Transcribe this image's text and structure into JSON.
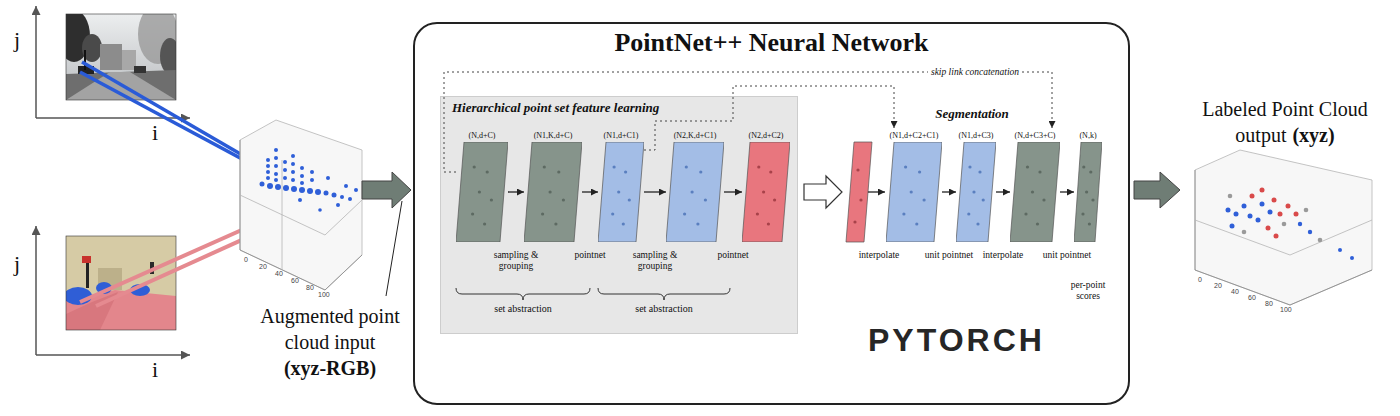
{
  "diagram": {
    "nodes": [
      {
        "text": [
          "PointNet++ Neural Network"
        ]
      },
      {
        "text": [
          "Hierarchical point set feature learning"
        ],
        "in": 0
      },
      {
        "text": [
          "(N,d+C)"
        ],
        "in": 1
      },
      {
        "text": [
          "(N1,K,d+C)"
        ],
        "in": 1
      },
      {
        "text": [
          "(N1,d+C1)"
        ],
        "in": 1
      },
      {
        "text": [
          "(N2,K,d+C1)"
        ],
        "in": 1
      },
      {
        "text": [
          "(N2,d+C2)"
        ],
        "in": 1
      },
      {
        "text": [
          "(N1,d+C2+C1)"
        ],
        "in": 0
      },
      {
        "text": [
          "(N1,d+C3)"
        ],
        "in": 0
      },
      {
        "text": [
          "(N,d+C3+C)"
        ],
        "in": 0
      },
      {
        "text": [
          "(N,k)"
        ],
        "in": 0
      }
    ],
    "edges": [
      {
        "from": 2,
        "to": 3,
        "label": "sampling & grouping",
        "arrow": "to"
      },
      {
        "from": 3,
        "to": 4,
        "label": "pointnet",
        "arrow": "to"
      },
      {
        "from": 4,
        "to": 5,
        "label": "sampling & grouping",
        "arrow": "to"
      },
      {
        "from": 5,
        "to": 6,
        "label": "pointnet",
        "arrow": "to"
      },
      {
        "from": 7,
        "to": 8,
        "label": "unit pointnet",
        "arrow": "to"
      },
      {
        "from": 8,
        "to": 9,
        "label": "interpolate",
        "arrow": "to"
      },
      {
        "from": 9,
        "to": 10,
        "label": "unit pointnet",
        "arrow": "to"
      },
      {
        "from": 2,
        "to": 9,
        "label": "skip link concatenation",
        "arrow": "to"
      },
      {
        "from": 4,
        "to": 7,
        "arrow": "to"
      }
    ],
    "labels": [
      "j",
      "i",
      "j",
      "i",
      "0",
      "20",
      "40",
      "60",
      "80",
      "100",
      "Augmented point cloud input",
      "(xyz-RGB)",
      "set abstraction",
      "set abstraction",
      "Segmentation",
      "interpolate",
      "per-point scores",
      "PYTORCH",
      "Labeled Point Cloud output",
      "(xyz)",
      "0",
      "20",
      "40",
      "60",
      "80",
      "100"
    ]
  }
}
